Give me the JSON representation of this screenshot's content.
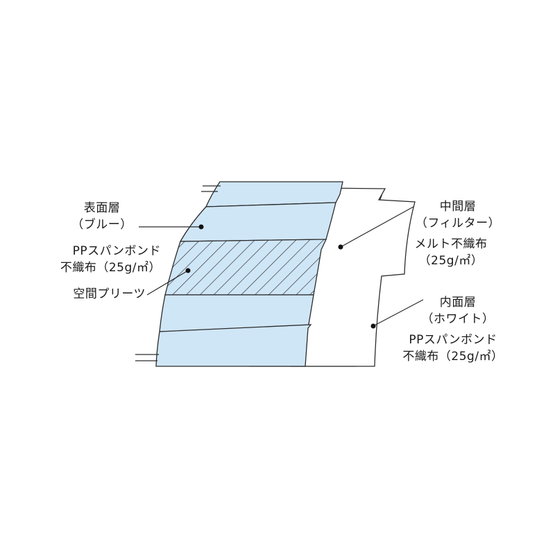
{
  "colors": {
    "layer_fill": "#cfe6f7",
    "outline": "#2b2b2b",
    "hatch": "#2b2b2b",
    "dot": "#111111",
    "background": "#ffffff"
  },
  "labels": {
    "outer_layer": {
      "name": "表面層",
      "color": "（ブルー）",
      "material": "PPスパンボンド",
      "weight": "不織布（25g/㎡）"
    },
    "pleat": {
      "name": "空間プリーツ"
    },
    "middle_layer": {
      "name": "中間層",
      "color": "（フィルター）",
      "material": "メルト不織布",
      "weight": "（25g/㎡）"
    },
    "inner_layer": {
      "name": "内面層",
      "color": "（ホワイト）",
      "material": "PPスパンボンド",
      "weight": "不織布（25g/㎡）"
    }
  }
}
